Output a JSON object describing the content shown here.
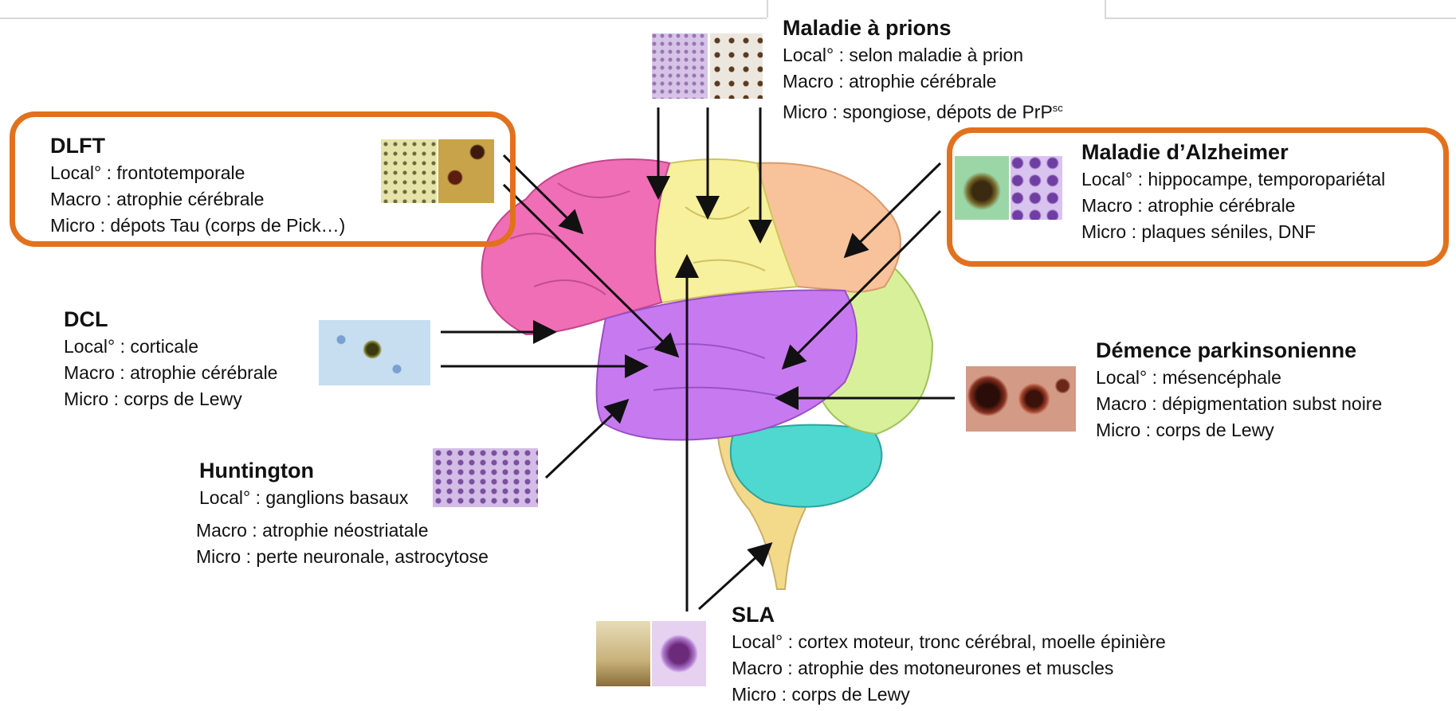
{
  "diseases": {
    "prions": {
      "title": "Maladie à prions",
      "local": "Local° : selon maladie à prion",
      "macro": "Macro : atrophie cérébrale",
      "micro": "Micro : spongiose, dépots de PrP",
      "micro_sup": "sc"
    },
    "dlft": {
      "title": "DLFT",
      "local": "Local° :  frontotemporale",
      "macro": "Macro : atrophie cérébrale",
      "micro": "Micro : dépots Tau (corps de Pick…)"
    },
    "alzheimer": {
      "title": "Maladie d’Alzheimer",
      "local": "Local° : hippocampe, temporopariétal",
      "macro": "Macro : atrophie cérébrale",
      "micro": "Micro : plaques séniles, DNF"
    },
    "dcl": {
      "title": "DCL",
      "local": "Local° :  corticale",
      "macro": "Macro : atrophie cérébrale",
      "micro": "Micro : corps de Lewy"
    },
    "parkinson": {
      "title": "Démence parkinsonienne",
      "local": "Local° : mésencéphale",
      "macro": "Macro : dépigmentation subst noire",
      "micro": "Micro : corps de Lewy"
    },
    "huntington": {
      "title": "Huntington",
      "local": "Local° : ganglions basaux",
      "macro": "Macro : atrophie  néostriatale",
      "micro": "Micro : perte neuronale, astrocytose"
    },
    "sla": {
      "title": "SLA",
      "local": "Local° : cortex moteur, tronc cérébral, moelle épinière",
      "macro": "Macro : atrophie des motoneurones et muscles",
      "micro": "Micro : corps de Lewy"
    }
  },
  "colors": {
    "highlight": "#e2711d",
    "frontal": "#f06eb6",
    "parietal": "#f7f09c",
    "occipital": "#d9f09a",
    "temporal": "#c77af0",
    "cerebellum": "#4fd8cf",
    "brainstem": "#f3d98a",
    "orange_lobe": "#f8c39a"
  }
}
